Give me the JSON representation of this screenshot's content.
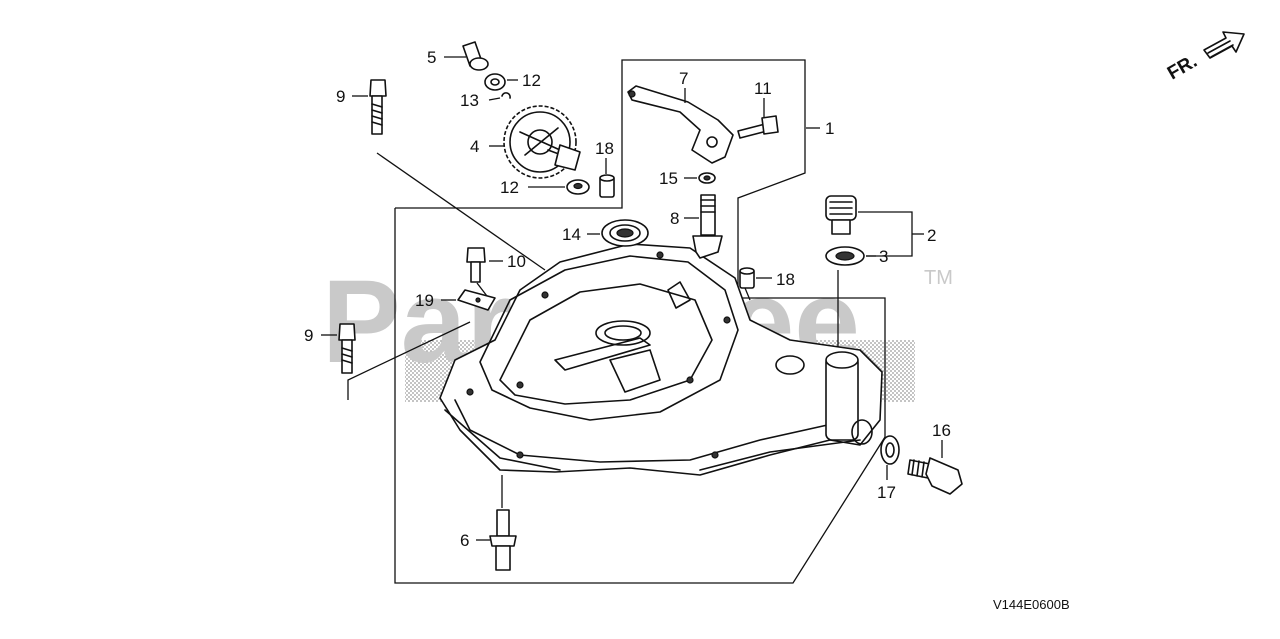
{
  "diagram": {
    "direction_label": "FR.",
    "code": "V144E0600B",
    "watermark": "PartsTree",
    "trademark": "TM",
    "callouts": {
      "c1": "1",
      "c2": "2",
      "c3": "3",
      "c4": "4",
      "c5": "5",
      "c6": "6",
      "c7": "7",
      "c8": "8",
      "c9a": "9",
      "c9b": "9",
      "c10": "10",
      "c11": "11",
      "c12a": "12",
      "c12b": "12",
      "c13": "13",
      "c14": "14",
      "c15": "15",
      "c16": "16",
      "c17": "17",
      "c18a": "18",
      "c18b": "18",
      "c19": "19"
    }
  }
}
